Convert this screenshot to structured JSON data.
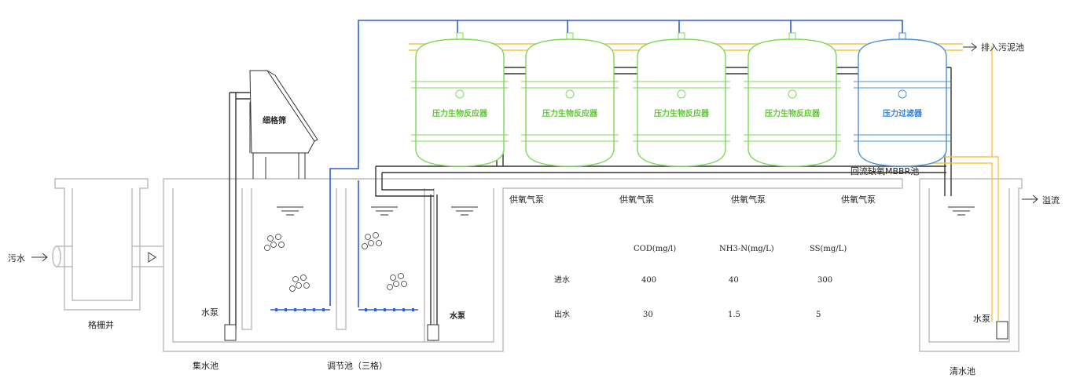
{
  "labels": {
    "inlet": "污水",
    "grille_well": "格栅井",
    "fine_screen": "细格筛",
    "pump1": "水泵",
    "collection_tank": "集水池",
    "regulating_tank": "调节池（三格）",
    "pump2": "水泵",
    "pump3": "水泵",
    "clear_tank": "清水池",
    "discharge_sludge": "排入污泥池",
    "overflow": "溢流",
    "reflux": "回流缺氧MBBR池"
  },
  "reactors": [
    {
      "label": "压力生物反应器",
      "color": "#7ed957"
    },
    {
      "label": "压力生物反应器",
      "color": "#7ed957"
    },
    {
      "label": "压力生物反应器",
      "color": "#7ed957"
    },
    {
      "label": "压力生物反应器",
      "color": "#7ed957"
    },
    {
      "label": "压力过滤器",
      "color": "#4a90d9"
    }
  ],
  "air_pumps": [
    "供氧气泵",
    "供氧气泵",
    "供氧气泵",
    "供氧气泵"
  ],
  "table": {
    "headers": [
      "",
      "COD(mg/l)",
      "NH3-N(mg/L)",
      "SS(mg/L)"
    ],
    "rows": [
      [
        "进水",
        "400",
        "40",
        "300"
      ],
      [
        "出水",
        "30",
        "1.5",
        "5"
      ]
    ]
  },
  "colors": {
    "wall": "#bdbdbd",
    "pipe_blue": "#2b5fd9",
    "pipe_yellow": "#f6c445",
    "pipe_black": "#333333"
  }
}
